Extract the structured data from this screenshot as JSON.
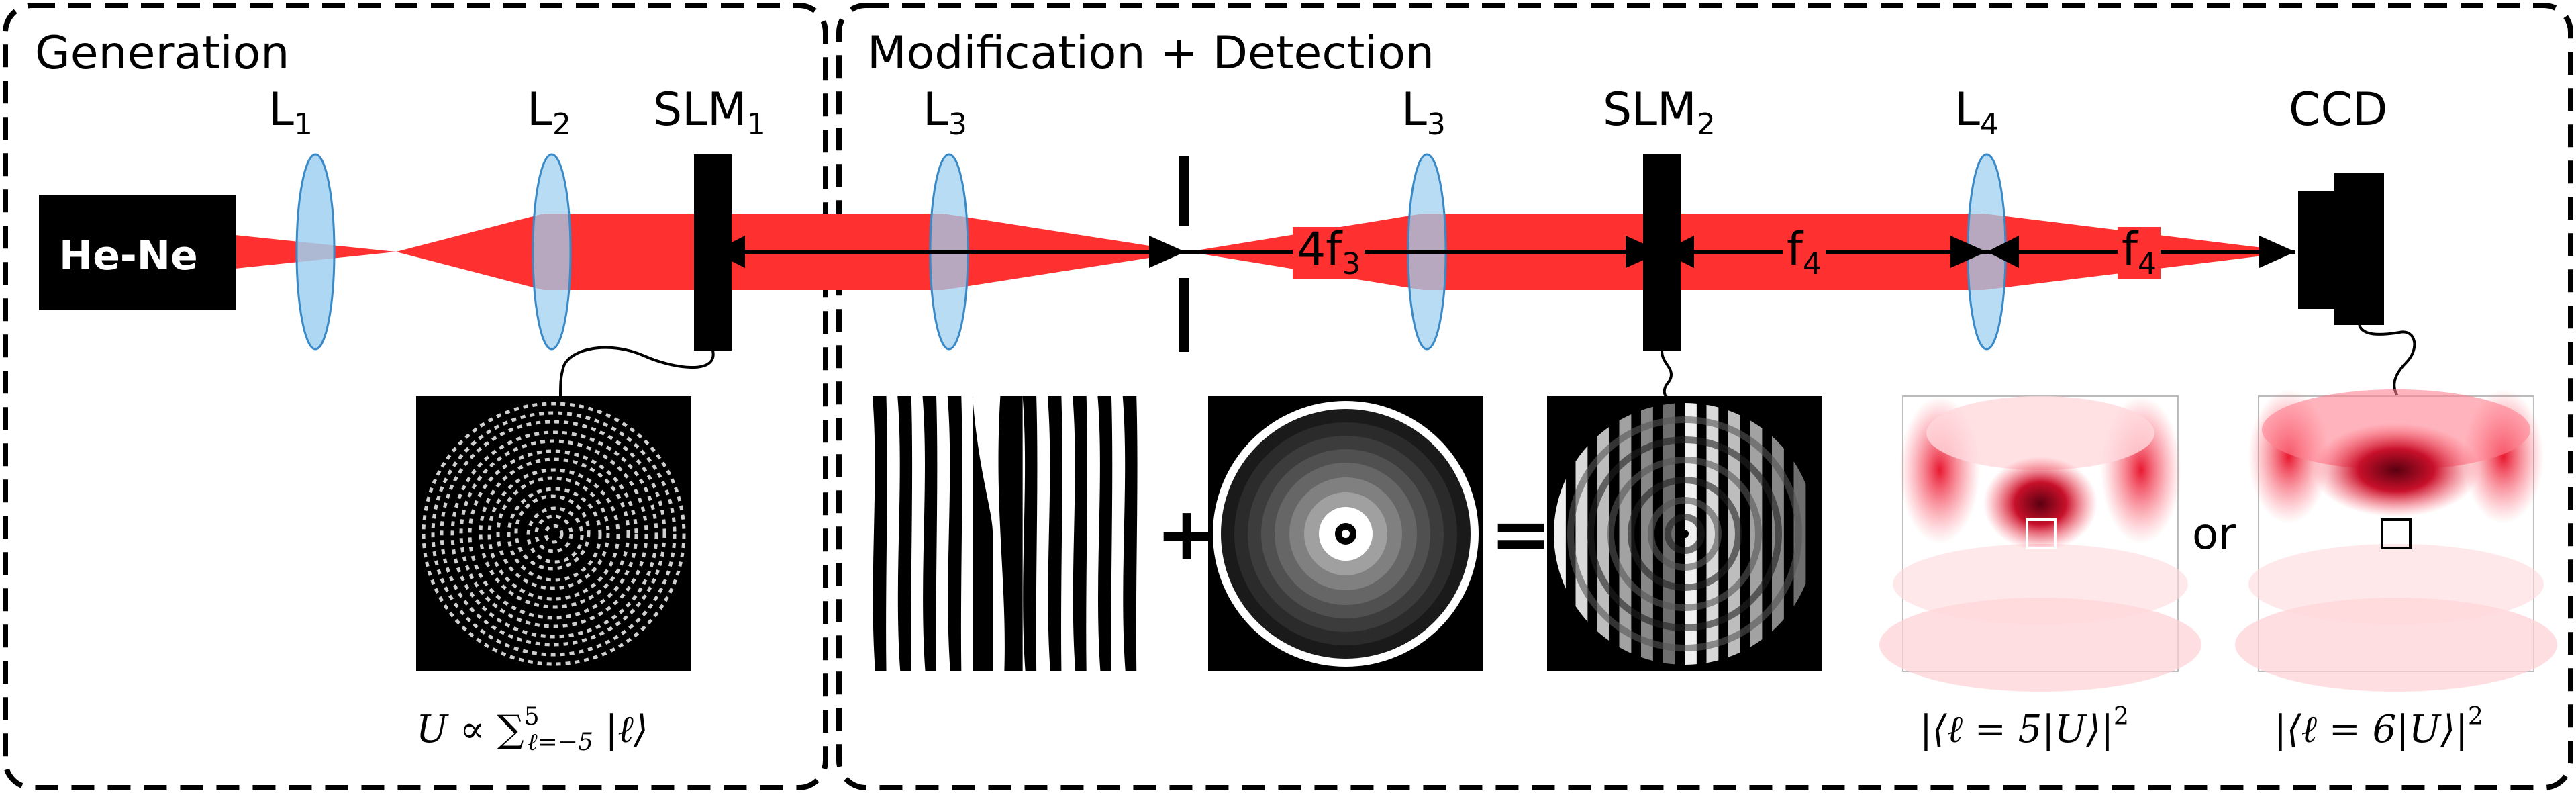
{
  "sections": {
    "generation": "Generation",
    "modification": "Modification + Detection"
  },
  "laser": "He-Ne",
  "components": {
    "L1": {
      "base": "L",
      "sub": "1"
    },
    "L2": {
      "base": "L",
      "sub": "2"
    },
    "SLM1": {
      "base": "SLM",
      "sub": "1"
    },
    "L3a": {
      "base": "L",
      "sub": "3"
    },
    "L3b": {
      "base": "L",
      "sub": "3"
    },
    "SLM2": {
      "base": "SLM",
      "sub": "2"
    },
    "L4": {
      "base": "L",
      "sub": "4"
    },
    "CCD": "CCD"
  },
  "distances": {
    "d1": {
      "pre": "4f",
      "sub": "3"
    },
    "d2": {
      "pre": "f",
      "sub": "4"
    },
    "d3": {
      "pre": "f",
      "sub": "4"
    }
  },
  "operators": {
    "plus": "+",
    "equals": "=",
    "or": "or"
  },
  "captions": {
    "superposition": {
      "lhs": "U",
      "rel": "∝",
      "sum": "∑",
      "sub": "ℓ=−5",
      "sup": "5",
      "ket": "|ℓ⟩"
    },
    "meas5": {
      "text": "|⟨ℓ = 5|U⟩|",
      "sup": "2"
    },
    "meas6": {
      "text": "|⟨ℓ = 6|U⟩|",
      "sup": "2"
    }
  },
  "colors": {
    "beam": "#ff3030",
    "lens_fill": "#9fd0f0",
    "lens_stroke": "#3a8ac8",
    "device": "#000000",
    "intensity": "#cc0010"
  }
}
